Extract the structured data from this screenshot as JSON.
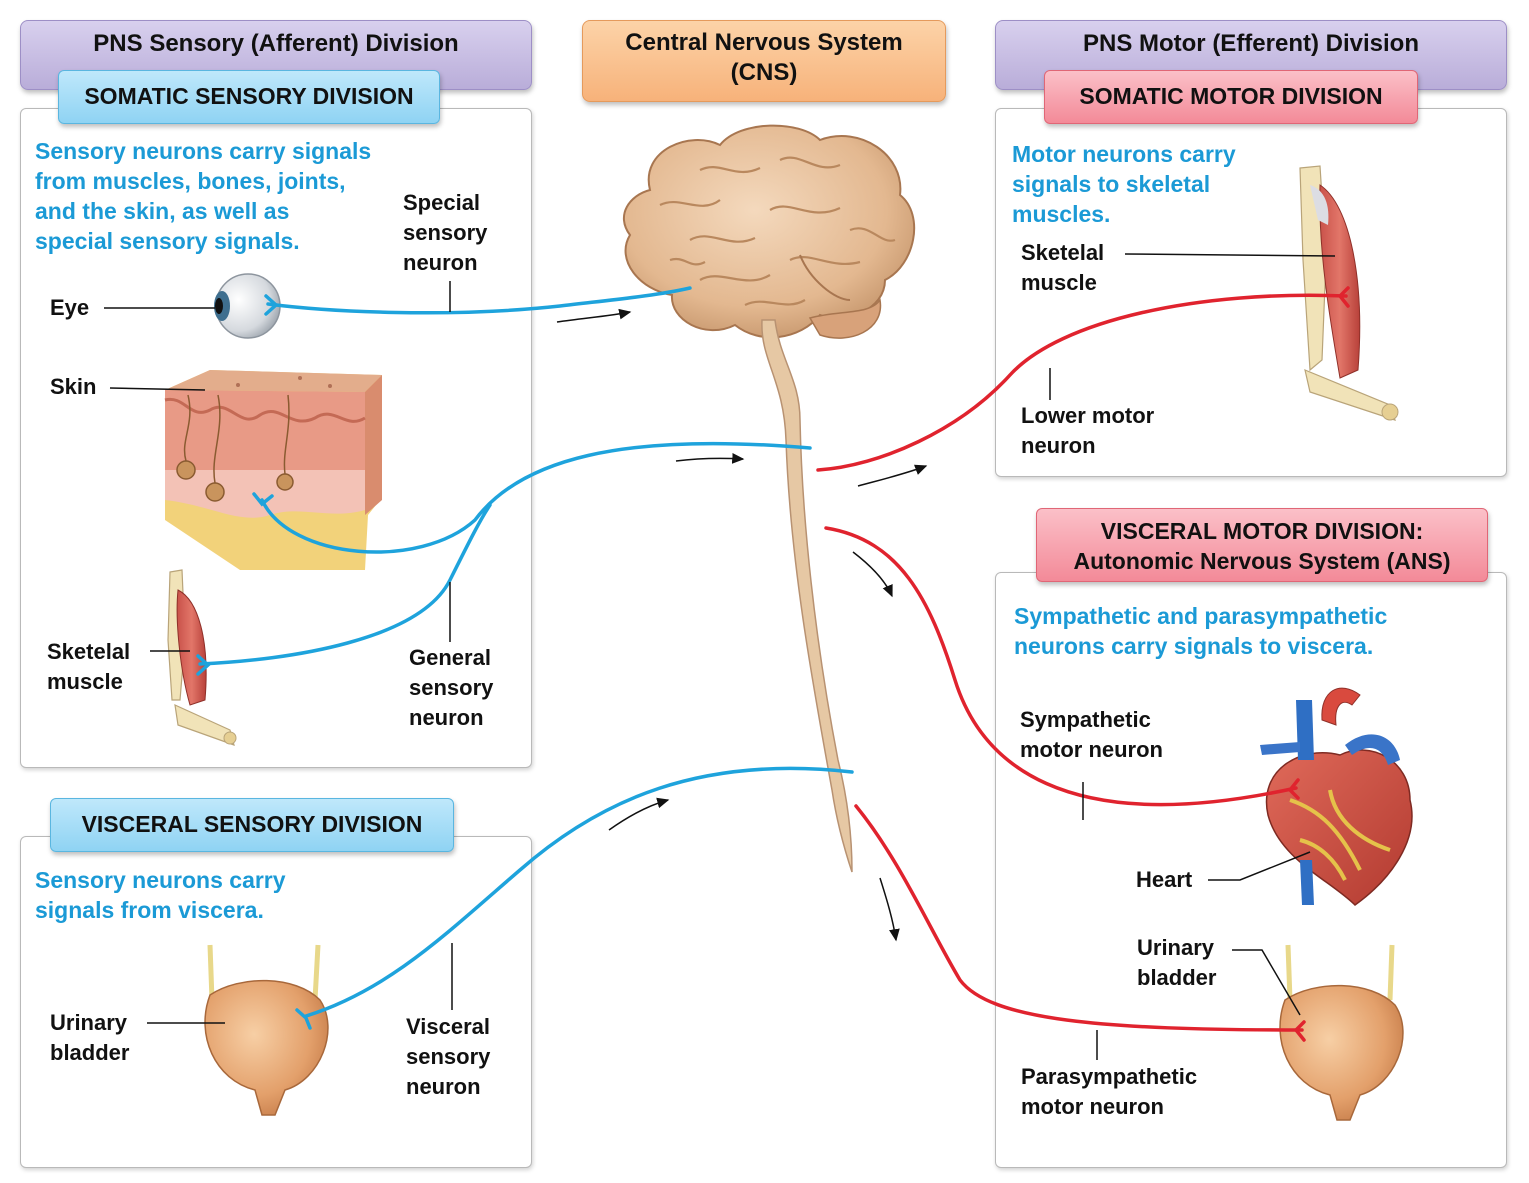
{
  "headers": {
    "pns_sensory": "PNS Sensory (Afferent) Division",
    "cns_line1": "Central Nervous System",
    "cns_line2": "(CNS)",
    "pns_motor": "PNS Motor (Efferent) Division"
  },
  "tags": {
    "somatic_sensory": "SOMATIC SENSORY DIVISION",
    "somatic_motor": "SOMATIC MOTOR DIVISION",
    "visceral_sensory": "VISCERAL SENSORY DIVISION",
    "visceral_motor_line1": "VISCERAL MOTOR DIVISION:",
    "visceral_motor_line2": "Autonomic Nervous System (ANS)"
  },
  "descriptions": {
    "somatic_sensory": [
      "Sensory neurons carry signals",
      "from muscles, bones, joints,",
      "and the skin, as well as",
      "special sensory signals."
    ],
    "somatic_motor": [
      "Motor neurons carry",
      "signals to skeletal",
      "muscles."
    ],
    "visceral_sensory": [
      "Sensory neurons carry",
      "signals from viscera."
    ],
    "visceral_motor": [
      "Sympathetic and parasympathetic",
      "neurons carry signals to viscera."
    ]
  },
  "labels": {
    "eye": "Eye",
    "skin": "Skin",
    "special_sensory": [
      "Special",
      "sensory",
      "neuron"
    ],
    "skeletal_muscle_left": [
      "Sketelal",
      "muscle"
    ],
    "general_sensory": [
      "General",
      "sensory",
      "neuron"
    ],
    "skeletal_muscle_right": [
      "Sketelal",
      "muscle"
    ],
    "lower_motor": [
      "Lower motor",
      "neuron"
    ],
    "urinary_bladder_left": [
      "Urinary",
      "bladder"
    ],
    "visceral_sensory": [
      "Visceral",
      "sensory",
      "neuron"
    ],
    "sympathetic_motor": [
      "Sympathetic",
      "motor neuron"
    ],
    "heart": "Heart",
    "urinary_bladder_right": [
      "Urinary",
      "bladder"
    ],
    "parasympathetic_motor": [
      "Parasympathetic",
      "motor neuron"
    ]
  },
  "colors": {
    "sensory_neuron": "#1ea3dc",
    "motor_neuron": "#e0232e",
    "description_text": "#1b9ad6"
  }
}
